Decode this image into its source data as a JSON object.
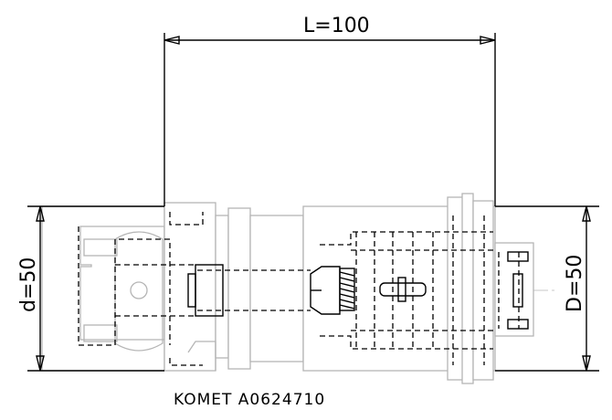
{
  "dimensions": {
    "length_label": "L=100",
    "small_diameter_label": "d=50",
    "large_diameter_label": "D=50"
  },
  "part_label": "KOMET A0624710"
}
